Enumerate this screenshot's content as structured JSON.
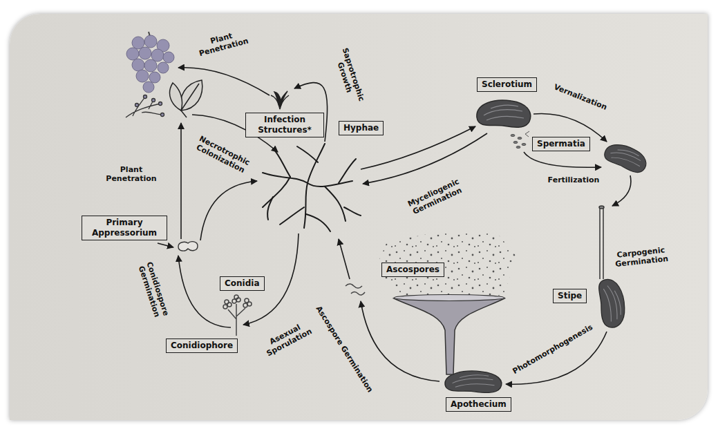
{
  "diagram": {
    "nodes": [
      {
        "text": [
          "Sclerotium"
        ]
      },
      {
        "text": [
          "Infection Structures*"
        ]
      },
      {
        "text": [
          "Hyphae"
        ]
      },
      {
        "text": [
          "Spermatia"
        ]
      },
      {
        "text": [
          "Primary Appressorium"
        ]
      },
      {
        "text": [
          "Ascospores"
        ]
      },
      {
        "text": [
          "Conidia"
        ]
      },
      {
        "text": [
          "Stipe"
        ]
      },
      {
        "text": [
          "Conidiophore"
        ]
      },
      {
        "text": [
          "Apothecium"
        ]
      }
    ],
    "labels": [
      "Plant Penetration",
      "Saprotrophic Growth",
      "Vernalization",
      "Necrotrophic Colonization",
      "Plant Penetration",
      "Myceliogenic Germination",
      "Fertilization",
      "Carpogenic Germination",
      "Conidiospore Germination",
      "Asexual Sporulation",
      "Ascospore Germination",
      "Photomorphogenesis"
    ]
  }
}
